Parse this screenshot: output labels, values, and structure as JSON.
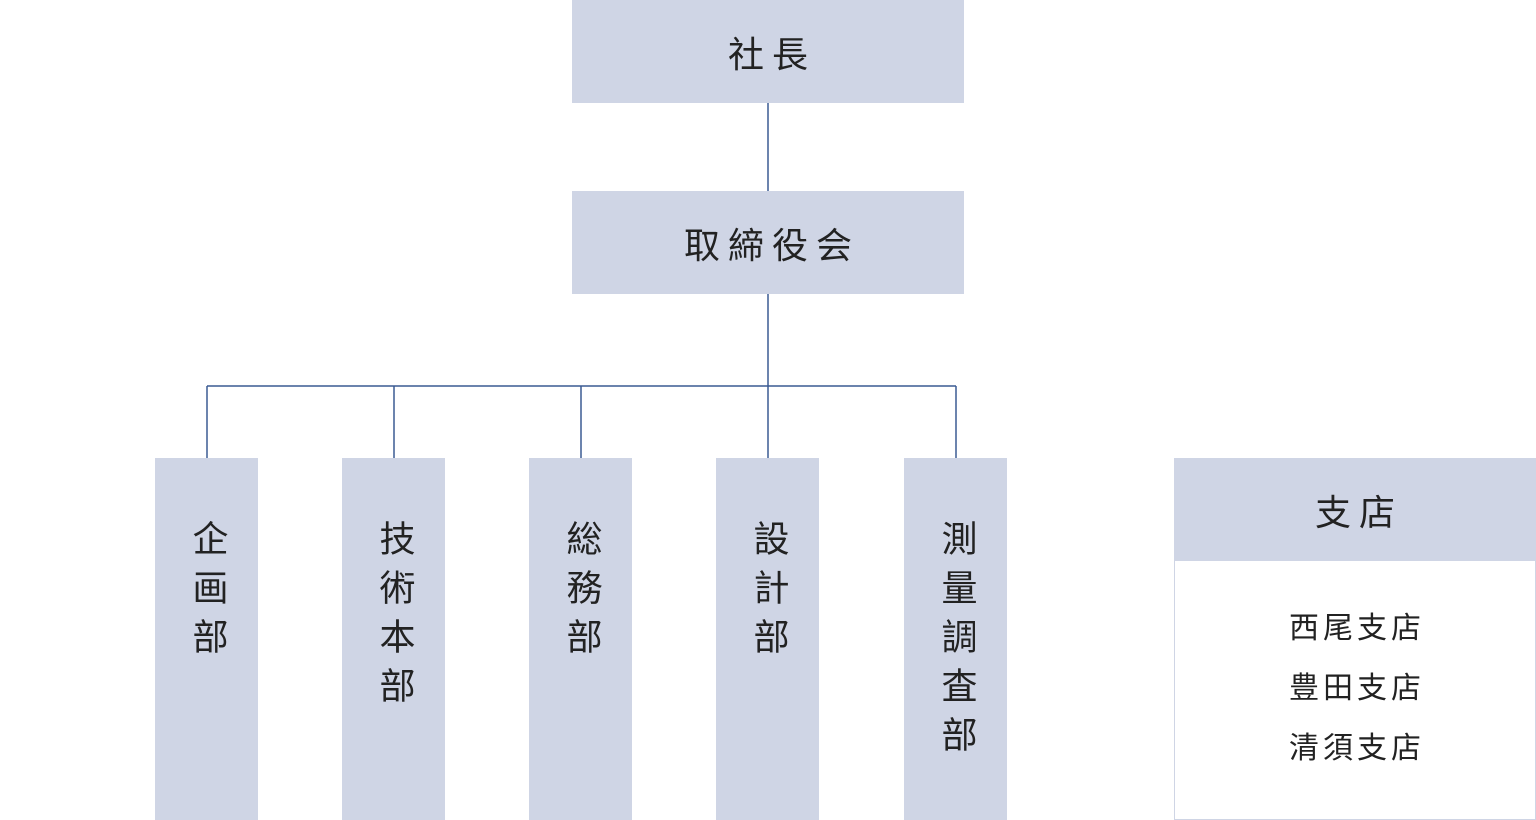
{
  "org": {
    "president": "社長",
    "board": "取締役会",
    "departments": [
      "企画部",
      "技術本部",
      "総務部",
      "設計部",
      "測量調査部"
    ]
  },
  "branches": {
    "title": "支店",
    "items": [
      "西尾支店",
      "豊田支店",
      "清須支店"
    ]
  },
  "colors": {
    "box_fill": "#cfd5e5",
    "connector": "#3a5a92",
    "text": "#222222"
  }
}
